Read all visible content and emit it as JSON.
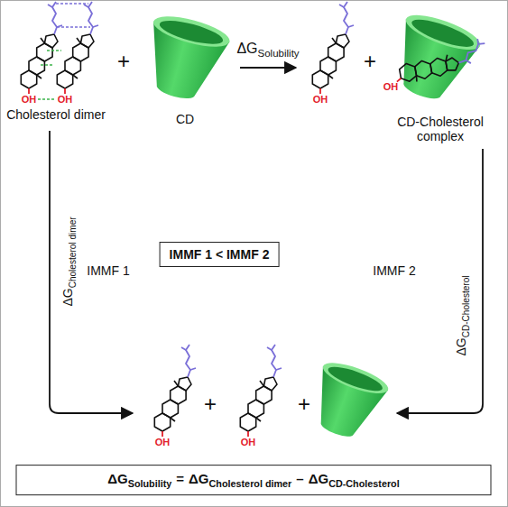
{
  "diagram": {
    "nodes": [
      {
        "text": [
          "IMMF 1 < IMMF 2"
        ]
      },
      {
        "text": [
          "ΔG",
          "Solubility",
          "=",
          "ΔG",
          "Cholesterol dimer",
          "–",
          "ΔG",
          "CD-Cholesterol"
        ]
      }
    ],
    "labels": [
      "Cholesterol dimer",
      "+",
      "CD",
      "ΔG",
      "Solubility",
      "+",
      "CD-Cholesterol complex",
      "ΔG",
      "Cholesterol dimer",
      "IMMF 1",
      "ΔG",
      "CD-Cholesterol",
      "IMMF 2",
      "+",
      "+",
      "OH",
      "OH",
      "OH",
      "OH",
      "OH",
      "OH"
    ]
  }
}
